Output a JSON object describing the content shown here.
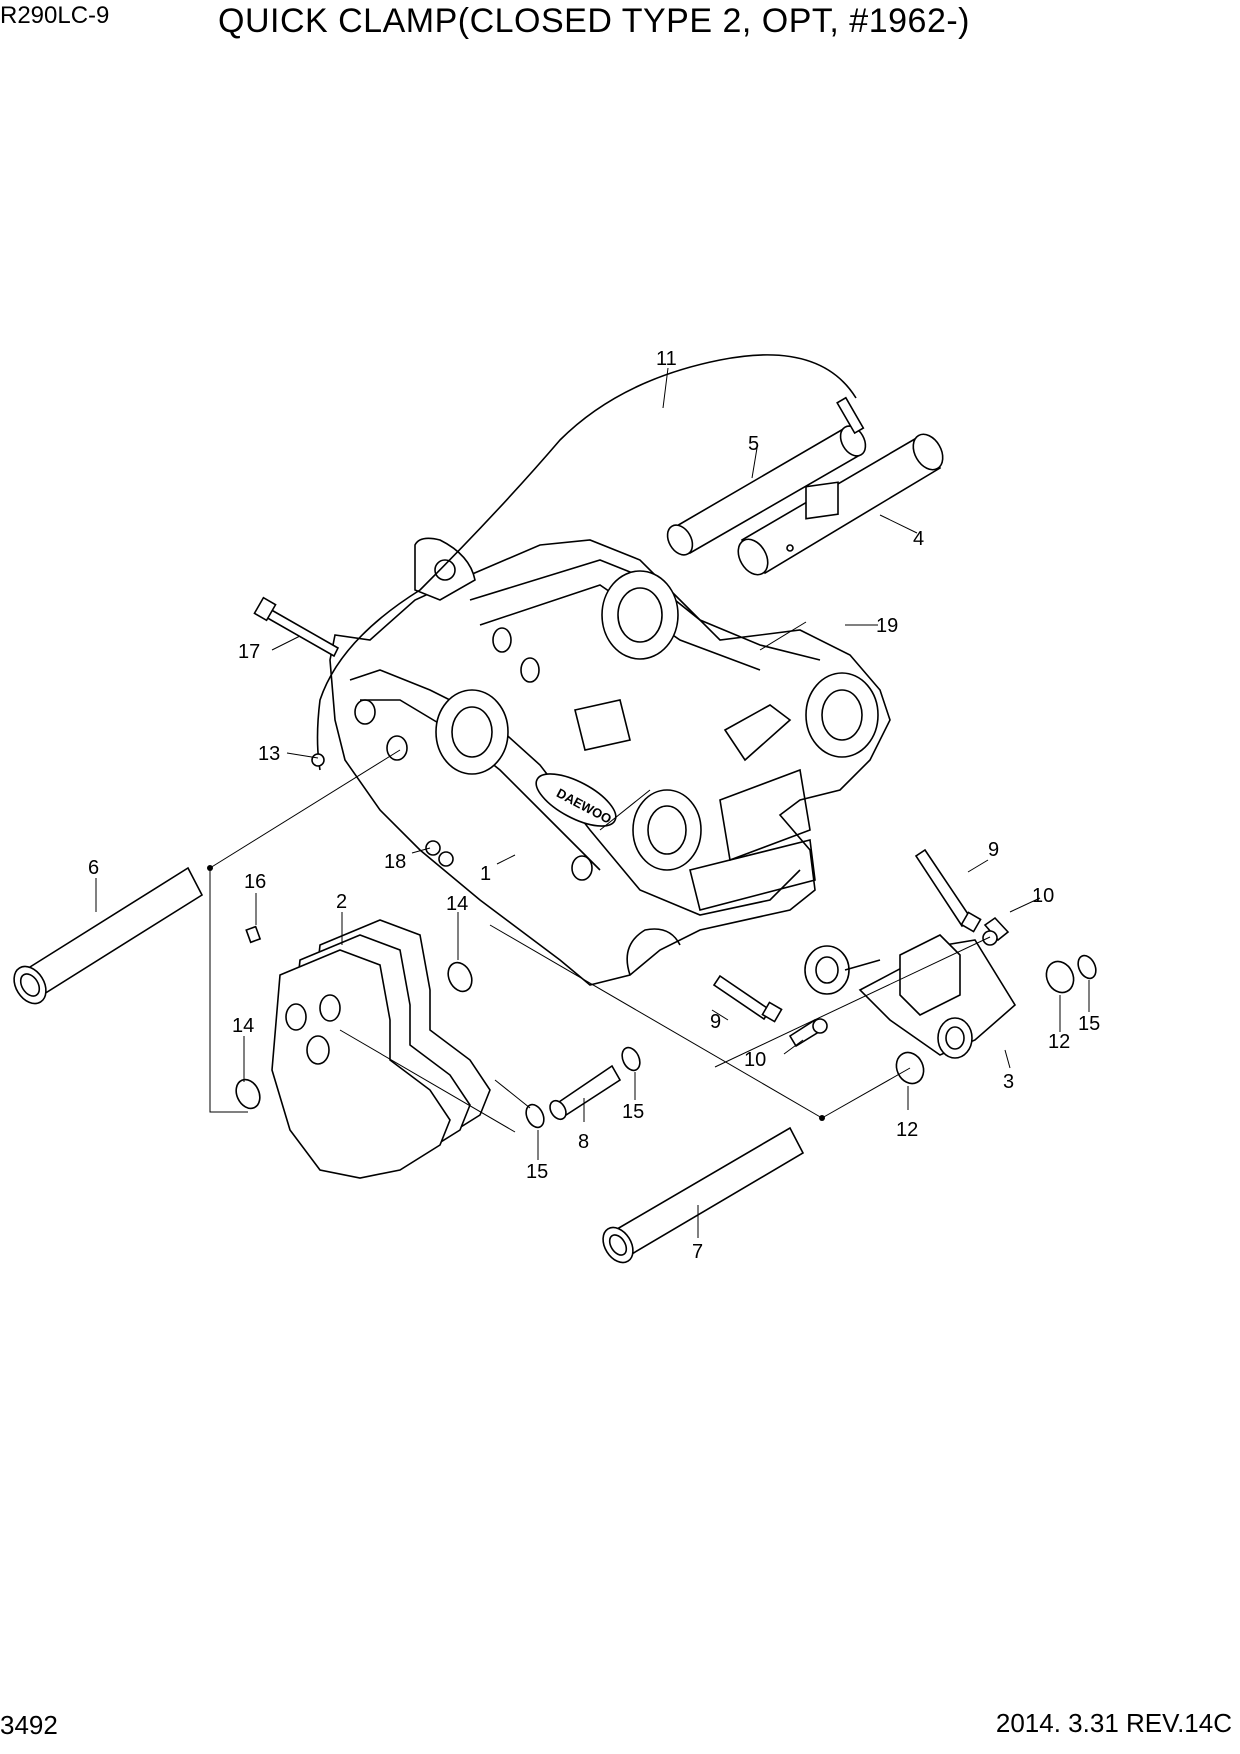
{
  "header": {
    "model": "R290LC-9",
    "title": "QUICK CLAMP(CLOSED TYPE 2, OPT,  #1962-)"
  },
  "footer": {
    "page_number": "3492",
    "revision": "2014. 3.31  REV.14C"
  },
  "logo_text": "DAEWOO",
  "callouts": [
    "1",
    "2",
    "3",
    "4",
    "5",
    "6",
    "7",
    "8",
    "9",
    "9",
    "10",
    "10",
    "11",
    "12",
    "12",
    "13",
    "14",
    "14",
    "15",
    "15",
    "15",
    "16",
    "17",
    "18",
    "19"
  ]
}
